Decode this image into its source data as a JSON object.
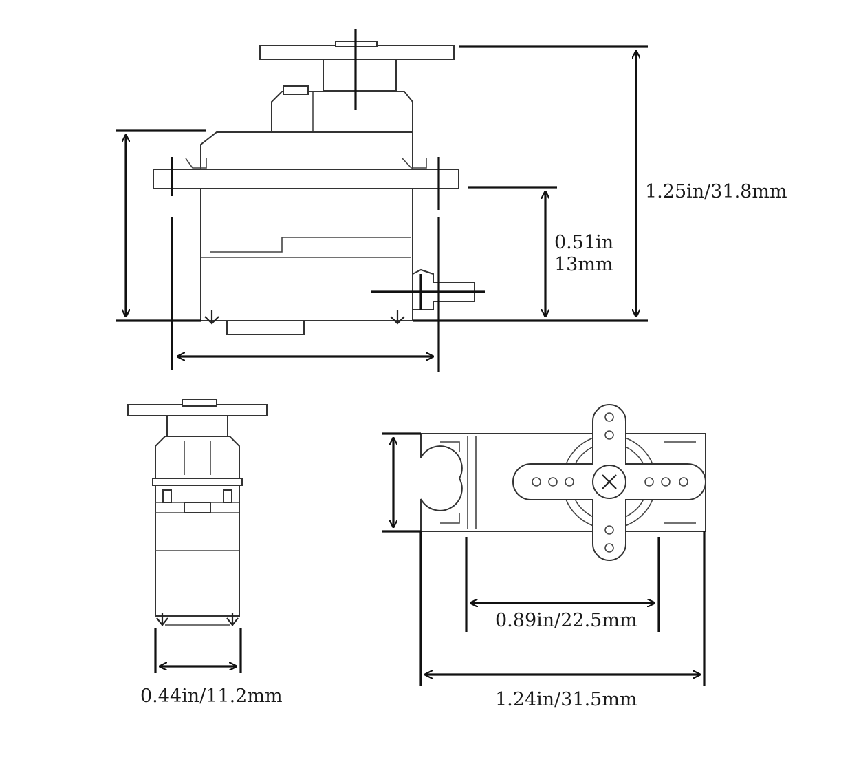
{
  "dimensions": {
    "total_height": "1.25in/31.8mm",
    "mount_height_in": "0.51in",
    "mount_height_mm": "13mm",
    "width": "0.44in/11.2mm",
    "hole_spacing": "0.89in/22.5mm",
    "length": "1.24in/31.5mm"
  },
  "colors": {
    "line": "#222222",
    "background": "#ffffff"
  }
}
